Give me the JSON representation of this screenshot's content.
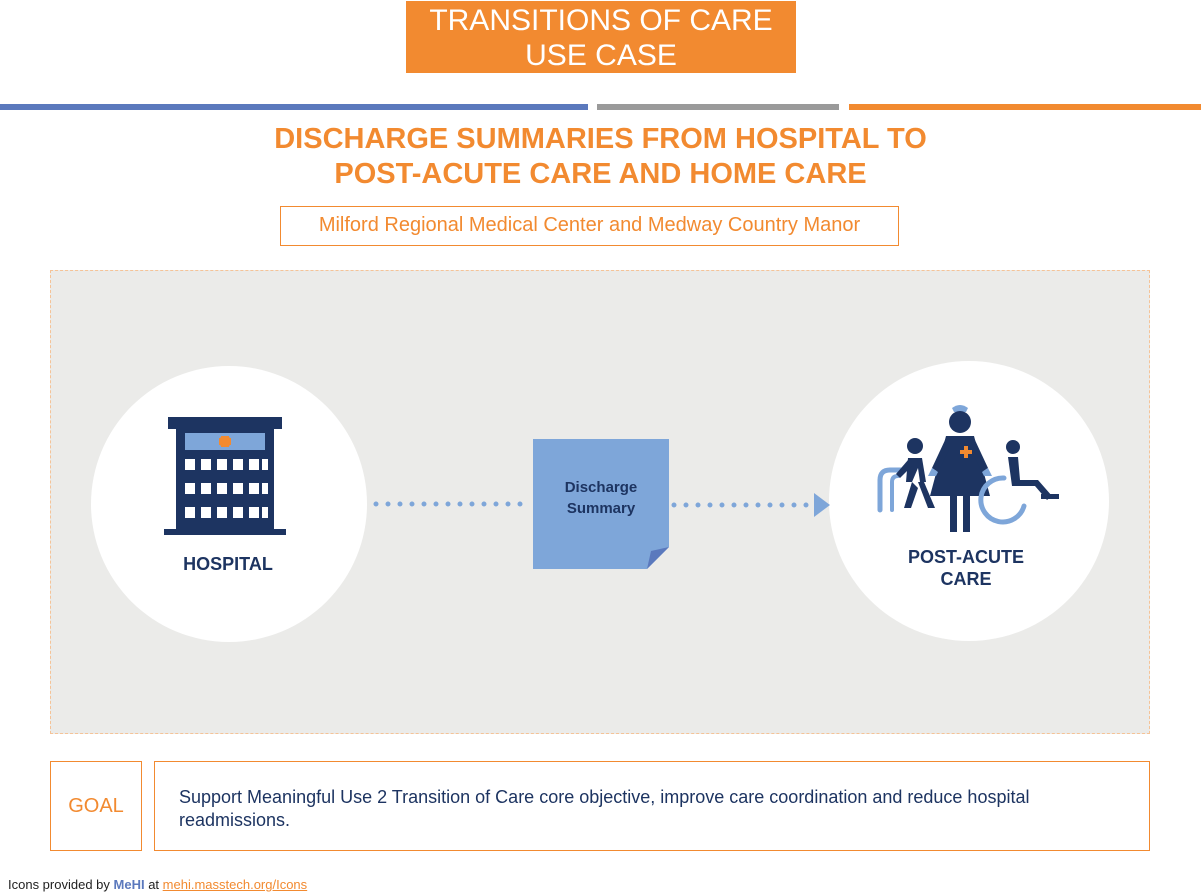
{
  "banner": {
    "line1": "TRANSITIONS OF CARE",
    "line2": "USE CASE"
  },
  "headline": {
    "line1": "DISCHARGE SUMMARIES FROM HOSPITAL TO",
    "line2": "POST-ACUTE CARE AND HOME CARE"
  },
  "subtitle": "Milford Regional Medical Center and Medway Country Manor",
  "diagram": {
    "source": {
      "label": "HOSPITAL",
      "icon": "hospital-building-icon"
    },
    "document": {
      "line1": "Discharge",
      "line2": "Summary",
      "icon": "document-note-icon"
    },
    "target": {
      "line1": "POST-ACUTE",
      "line2": "CARE",
      "icon": "nurse-patients-icon"
    }
  },
  "goal": {
    "tag": "GOAL",
    "text": "Support Meaningful Use 2 Transition of Care core objective, improve care coordination and reduce hospital readmissions."
  },
  "credit": {
    "prefix": "Icons provided by ",
    "brand": "MeHI",
    "middle": " at ",
    "link": "mehi.masstech.org/Icons"
  },
  "colors": {
    "orange": "#f28a30",
    "blue": "#5b79bd",
    "gray": "#9a9a9a",
    "navy": "#1d3461",
    "doc": "#7ea6d9",
    "panel": "#ebebe9"
  }
}
